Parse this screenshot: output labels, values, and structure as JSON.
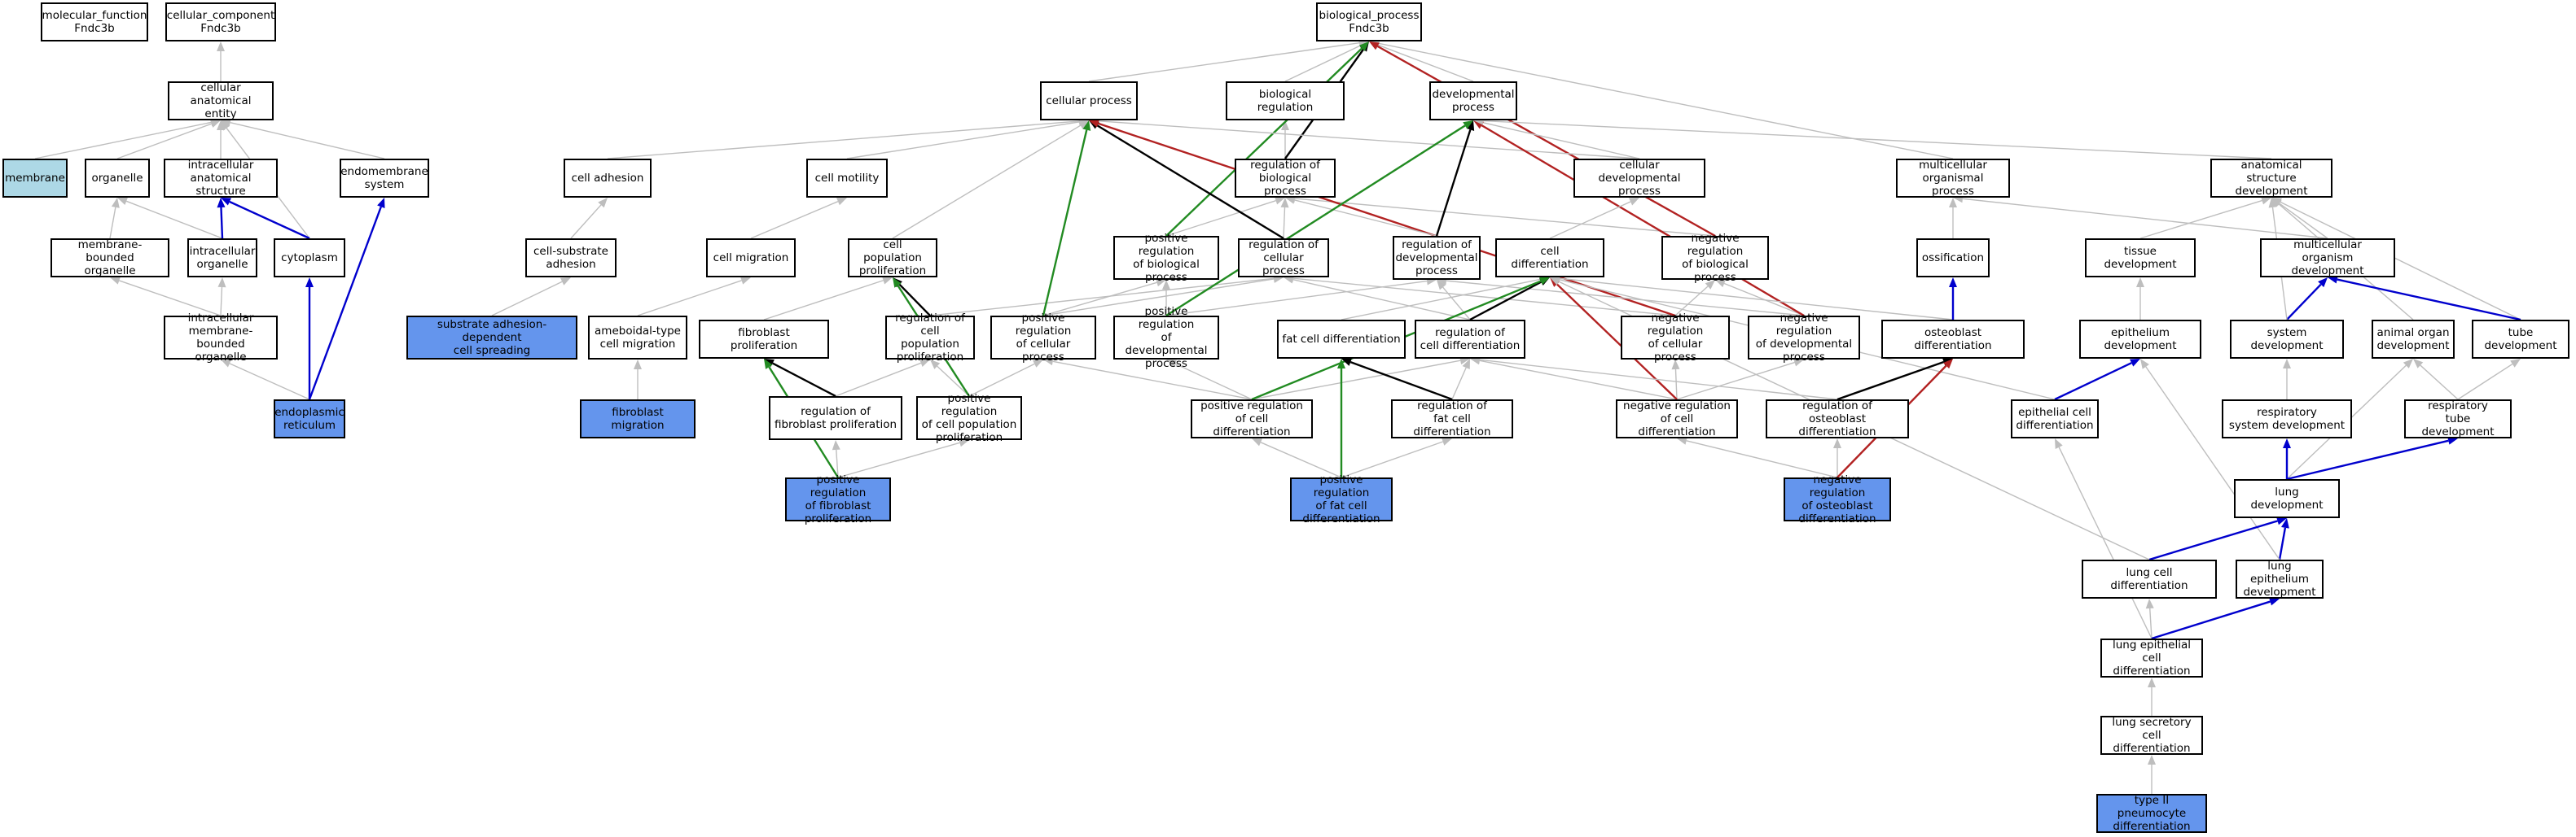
{
  "colors": {
    "is_a": "#bebebe",
    "part_of": "#0000cd",
    "regulates": "#000000",
    "positively_regulates": "#228b22",
    "negatively_regulates": "#b22222",
    "annotated_fill": "#add8e6",
    "query_fill": "#6495ed",
    "node_fill": "#ffffff"
  },
  "nodes": {
    "mf": {
      "label": "molecular_function\nFndc3b",
      "kind": "plain"
    },
    "cc": {
      "label": "cellular_component\nFndc3b",
      "kind": "plain"
    },
    "cae": {
      "label": "cellular anatomical\nentity",
      "kind": "plain"
    },
    "membrane": {
      "label": "membrane",
      "kind": "annotated"
    },
    "organelle": {
      "label": "organelle",
      "kind": "plain"
    },
    "ias": {
      "label": "intracellular\nanatomical structure",
      "kind": "plain"
    },
    "endomem": {
      "label": "endomembrane\nsystem",
      "kind": "plain"
    },
    "mbo": {
      "label": "membrane-bounded\norganelle",
      "kind": "plain"
    },
    "io": {
      "label": "intracellular\norganelle",
      "kind": "plain"
    },
    "cytoplasm": {
      "label": "cytoplasm",
      "kind": "plain"
    },
    "imbo": {
      "label": "intracellular\nmembrane-bounded\norganelle",
      "kind": "plain"
    },
    "er": {
      "label": "endoplasmic\nreticulum",
      "kind": "query"
    },
    "cell_adhesion": {
      "label": "cell adhesion",
      "kind": "plain"
    },
    "csa": {
      "label": "cell-substrate\nadhesion",
      "kind": "plain"
    },
    "sadcs": {
      "label": "substrate adhesion-dependent\ncell spreading",
      "kind": "query"
    },
    "cell_motility": {
      "label": "cell motility",
      "kind": "plain"
    },
    "cell_migration": {
      "label": "cell migration",
      "kind": "plain"
    },
    "ameboidal": {
      "label": "ameboidal-type\ncell migration",
      "kind": "plain"
    },
    "fib_mig": {
      "label": "fibroblast migration",
      "kind": "query"
    },
    "cpp": {
      "label": "cell population\nproliferation",
      "kind": "plain"
    },
    "fib_prolif": {
      "label": "fibroblast proliferation",
      "kind": "plain"
    },
    "reg_cpp": {
      "label": "regulation of\ncell population\nproliferation",
      "kind": "plain"
    },
    "reg_fib": {
      "label": "regulation of\nfibroblast proliferation",
      "kind": "plain"
    },
    "pos_reg_cpp": {
      "label": "positive regulation\nof cell population\nproliferation",
      "kind": "plain"
    },
    "pos_reg_fib": {
      "label": "positive regulation\nof fibroblast\nproliferation",
      "kind": "query"
    },
    "bp": {
      "label": "biological_process\nFndc3b",
      "kind": "plain"
    },
    "cell_process": {
      "label": "cellular process",
      "kind": "plain"
    },
    "bio_reg": {
      "label": "biological regulation",
      "kind": "plain"
    },
    "dev_proc": {
      "label": "developmental\nprocess",
      "kind": "plain"
    },
    "reg_bp": {
      "label": "regulation of\nbiological process",
      "kind": "plain"
    },
    "pos_reg_bp": {
      "label": "positive regulation\nof biological\nprocess",
      "kind": "plain"
    },
    "reg_cp": {
      "label": "regulation of\ncellular process",
      "kind": "plain"
    },
    "pos_reg_cp": {
      "label": "positive regulation\nof cellular\nprocess",
      "kind": "plain"
    },
    "reg_dev": {
      "label": "regulation of\ndevelopmental\nprocess",
      "kind": "plain"
    },
    "pos_reg_dev": {
      "label": "positive regulation\nof developmental\nprocess",
      "kind": "plain"
    },
    "cdp": {
      "label": "cellular developmental\nprocess",
      "kind": "plain"
    },
    "cell_diff": {
      "label": "cell differentiation",
      "kind": "plain"
    },
    "neg_reg_bp": {
      "label": "negative regulation\nof biological\nprocess",
      "kind": "plain"
    },
    "fat_diff": {
      "label": "fat cell differentiation",
      "kind": "plain"
    },
    "reg_cd": {
      "label": "regulation of\ncell differentiation",
      "kind": "plain"
    },
    "neg_reg_cp": {
      "label": "negative regulation\nof cellular\nprocess",
      "kind": "plain"
    },
    "neg_reg_dev": {
      "label": "negative regulation\nof developmental\nprocess",
      "kind": "plain"
    },
    "pos_reg_cd": {
      "label": "positive regulation\nof cell differentiation",
      "kind": "plain"
    },
    "reg_fat": {
      "label": "regulation of\nfat cell differentiation",
      "kind": "plain"
    },
    "neg_reg_cd": {
      "label": "negative regulation\nof cell differentiation",
      "kind": "plain"
    },
    "reg_ost": {
      "label": "regulation of\nosteoblast differentiation",
      "kind": "plain"
    },
    "pos_reg_fat": {
      "label": "positive regulation\nof fat cell\ndifferentiation",
      "kind": "query"
    },
    "neg_reg_ost": {
      "label": "negative regulation\nof osteoblast\ndifferentiation",
      "kind": "query"
    },
    "mop": {
      "label": "multicellular\norganismal process",
      "kind": "plain"
    },
    "ossification": {
      "label": "ossification",
      "kind": "plain"
    },
    "ost_diff": {
      "label": "osteoblast differentiation",
      "kind": "plain"
    },
    "asd": {
      "label": "anatomical structure\ndevelopment",
      "kind": "plain"
    },
    "tissue_dev": {
      "label": "tissue development",
      "kind": "plain"
    },
    "mod": {
      "label": "multicellular\norganism development",
      "kind": "plain"
    },
    "epi_dev": {
      "label": "epithelium development",
      "kind": "plain"
    },
    "sys_dev": {
      "label": "system development",
      "kind": "plain"
    },
    "aod": {
      "label": "animal organ\ndevelopment",
      "kind": "plain"
    },
    "tube_dev": {
      "label": "tube development",
      "kind": "plain"
    },
    "epi_cell_diff": {
      "label": "epithelial cell\ndifferentiation",
      "kind": "plain"
    },
    "resp_sys": {
      "label": "respiratory\nsystem development",
      "kind": "plain"
    },
    "resp_tube": {
      "label": "respiratory\ntube development",
      "kind": "plain"
    },
    "lung_dev": {
      "label": "lung development",
      "kind": "plain"
    },
    "lung_cell_diff": {
      "label": "lung cell differentiation",
      "kind": "plain"
    },
    "lung_epi_dev": {
      "label": "lung epithelium\ndevelopment",
      "kind": "plain"
    },
    "lung_epi_diff": {
      "label": "lung epithelial\ncell differentiation",
      "kind": "plain"
    },
    "lung_sec": {
      "label": "lung secretory\ncell differentiation",
      "kind": "plain"
    },
    "t2p": {
      "label": "type II pneumocyte\ndifferentiation",
      "kind": "query"
    }
  },
  "edges": [
    {
      "from": "cae",
      "to": "cc",
      "type": "is_a"
    },
    {
      "from": "membrane",
      "to": "cae",
      "type": "is_a"
    },
    {
      "from": "organelle",
      "to": "cae",
      "type": "is_a"
    },
    {
      "from": "ias",
      "to": "cae",
      "type": "is_a"
    },
    {
      "from": "endomem",
      "to": "cae",
      "type": "is_a"
    },
    {
      "from": "cytoplasm",
      "to": "cae",
      "type": "is_a"
    },
    {
      "from": "mbo",
      "to": "organelle",
      "type": "is_a"
    },
    {
      "from": "io",
      "to": "organelle",
      "type": "is_a"
    },
    {
      "from": "io",
      "to": "ias",
      "type": "part_of"
    },
    {
      "from": "cytoplasm",
      "to": "ias",
      "type": "part_of"
    },
    {
      "from": "imbo",
      "to": "mbo",
      "type": "is_a"
    },
    {
      "from": "imbo",
      "to": "io",
      "type": "is_a"
    },
    {
      "from": "er",
      "to": "imbo",
      "type": "is_a"
    },
    {
      "from": "er",
      "to": "cytoplasm",
      "type": "part_of"
    },
    {
      "from": "er",
      "to": "endomem",
      "type": "part_of"
    },
    {
      "from": "cell_process",
      "to": "bp",
      "type": "is_a"
    },
    {
      "from": "bio_reg",
      "to": "bp",
      "type": "is_a"
    },
    {
      "from": "dev_proc",
      "to": "bp",
      "type": "is_a"
    },
    {
      "from": "mop",
      "to": "bp",
      "type": "is_a"
    },
    {
      "from": "reg_bp",
      "to": "bio_reg",
      "type": "is_a"
    },
    {
      "from": "reg_bp",
      "to": "bp",
      "type": "regulates"
    },
    {
      "from": "pos_reg_bp",
      "to": "reg_bp",
      "type": "is_a"
    },
    {
      "from": "pos_reg_bp",
      "to": "bp",
      "type": "positively_regulates"
    },
    {
      "from": "neg_reg_bp",
      "to": "reg_bp",
      "type": "is_a"
    },
    {
      "from": "neg_reg_bp",
      "to": "bp",
      "type": "negatively_regulates"
    },
    {
      "from": "cell_adhesion",
      "to": "cell_process",
      "type": "is_a"
    },
    {
      "from": "cell_motility",
      "to": "cell_process",
      "type": "is_a"
    },
    {
      "from": "cpp",
      "to": "cell_process",
      "type": "is_a"
    },
    {
      "from": "cdp",
      "to": "cell_process",
      "type": "is_a"
    },
    {
      "from": "cdp",
      "to": "dev_proc",
      "type": "is_a"
    },
    {
      "from": "csa",
      "to": "cell_adhesion",
      "type": "is_a"
    },
    {
      "from": "sadcs",
      "to": "csa",
      "type": "is_a"
    },
    {
      "from": "cell_migration",
      "to": "cell_motility",
      "type": "is_a"
    },
    {
      "from": "ameboidal",
      "to": "cell_migration",
      "type": "is_a"
    },
    {
      "from": "fib_mig",
      "to": "ameboidal",
      "type": "is_a"
    },
    {
      "from": "fib_prolif",
      "to": "cpp",
      "type": "is_a"
    },
    {
      "from": "reg_cpp",
      "to": "reg_cp",
      "type": "is_a"
    },
    {
      "from": "reg_cpp",
      "to": "cpp",
      "type": "regulates"
    },
    {
      "from": "reg_fib",
      "to": "reg_cpp",
      "type": "is_a"
    },
    {
      "from": "reg_fib",
      "to": "fib_prolif",
      "type": "regulates"
    },
    {
      "from": "pos_reg_cpp",
      "to": "reg_cpp",
      "type": "is_a"
    },
    {
      "from": "pos_reg_cpp",
      "to": "pos_reg_cp",
      "type": "is_a"
    },
    {
      "from": "pos_reg_cpp",
      "to": "cpp",
      "type": "positively_regulates"
    },
    {
      "from": "pos_reg_fib",
      "to": "reg_fib",
      "type": "is_a"
    },
    {
      "from": "pos_reg_fib",
      "to": "pos_reg_cpp",
      "type": "is_a"
    },
    {
      "from": "pos_reg_fib",
      "to": "fib_prolif",
      "type": "positively_regulates"
    },
    {
      "from": "reg_cp",
      "to": "reg_bp",
      "type": "is_a"
    },
    {
      "from": "reg_cp",
      "to": "cell_process",
      "type": "regulates"
    },
    {
      "from": "pos_reg_cp",
      "to": "pos_reg_bp",
      "type": "is_a"
    },
    {
      "from": "pos_reg_cp",
      "to": "reg_cp",
      "type": "is_a"
    },
    {
      "from": "pos_reg_cp",
      "to": "cell_process",
      "type": "positively_regulates"
    },
    {
      "from": "neg_reg_cp",
      "to": "neg_reg_bp",
      "type": "is_a"
    },
    {
      "from": "neg_reg_cp",
      "to": "reg_cp",
      "type": "is_a"
    },
    {
      "from": "neg_reg_cp",
      "to": "cell_process",
      "type": "negatively_regulates"
    },
    {
      "from": "reg_dev",
      "to": "reg_bp",
      "type": "is_a"
    },
    {
      "from": "reg_dev",
      "to": "dev_proc",
      "type": "regulates"
    },
    {
      "from": "pos_reg_dev",
      "to": "pos_reg_bp",
      "type": "is_a"
    },
    {
      "from": "pos_reg_dev",
      "to": "reg_dev",
      "type": "is_a"
    },
    {
      "from": "pos_reg_dev",
      "to": "dev_proc",
      "type": "positively_regulates"
    },
    {
      "from": "neg_reg_dev",
      "to": "neg_reg_bp",
      "type": "is_a"
    },
    {
      "from": "neg_reg_dev",
      "to": "reg_dev",
      "type": "is_a"
    },
    {
      "from": "neg_reg_dev",
      "to": "dev_proc",
      "type": "negatively_regulates"
    },
    {
      "from": "cell_diff",
      "to": "cdp",
      "type": "is_a"
    },
    {
      "from": "fat_diff",
      "to": "cell_diff",
      "type": "is_a"
    },
    {
      "from": "ost_diff",
      "to": "cell_diff",
      "type": "is_a"
    },
    {
      "from": "ost_diff",
      "to": "ossification",
      "type": "part_of"
    },
    {
      "from": "epi_cell_diff",
      "to": "cell_diff",
      "type": "is_a"
    },
    {
      "from": "reg_cd",
      "to": "reg_cp",
      "type": "is_a"
    },
    {
      "from": "reg_cd",
      "to": "reg_dev",
      "type": "is_a"
    },
    {
      "from": "reg_cd",
      "to": "cell_diff",
      "type": "regulates"
    },
    {
      "from": "pos_reg_cd",
      "to": "reg_cd",
      "type": "is_a"
    },
    {
      "from": "pos_reg_cd",
      "to": "pos_reg_cp",
      "type": "is_a"
    },
    {
      "from": "pos_reg_cd",
      "to": "pos_reg_dev",
      "type": "is_a"
    },
    {
      "from": "pos_reg_cd",
      "to": "cell_diff",
      "type": "positively_regulates"
    },
    {
      "from": "neg_reg_cd",
      "to": "reg_cd",
      "type": "is_a"
    },
    {
      "from": "neg_reg_cd",
      "to": "neg_reg_cp",
      "type": "is_a"
    },
    {
      "from": "neg_reg_cd",
      "to": "neg_reg_dev",
      "type": "is_a"
    },
    {
      "from": "neg_reg_cd",
      "to": "cell_diff",
      "type": "negatively_regulates"
    },
    {
      "from": "reg_fat",
      "to": "reg_cd",
      "type": "is_a"
    },
    {
      "from": "reg_fat",
      "to": "fat_diff",
      "type": "regulates"
    },
    {
      "from": "reg_ost",
      "to": "reg_cd",
      "type": "is_a"
    },
    {
      "from": "reg_ost",
      "to": "ost_diff",
      "type": "regulates"
    },
    {
      "from": "pos_reg_fat",
      "to": "reg_fat",
      "type": "is_a"
    },
    {
      "from": "pos_reg_fat",
      "to": "pos_reg_cd",
      "type": "is_a"
    },
    {
      "from": "pos_reg_fat",
      "to": "fat_diff",
      "type": "positively_regulates"
    },
    {
      "from": "neg_reg_ost",
      "to": "reg_ost",
      "type": "is_a"
    },
    {
      "from": "neg_reg_ost",
      "to": "neg_reg_cd",
      "type": "is_a"
    },
    {
      "from": "neg_reg_ost",
      "to": "ost_diff",
      "type": "negatively_regulates"
    },
    {
      "from": "ossification",
      "to": "mop",
      "type": "is_a"
    },
    {
      "from": "asd",
      "to": "dev_proc",
      "type": "is_a"
    },
    {
      "from": "mod",
      "to": "mop",
      "type": "is_a"
    },
    {
      "from": "mod",
      "to": "asd",
      "type": "is_a"
    },
    {
      "from": "tissue_dev",
      "to": "asd",
      "type": "is_a"
    },
    {
      "from": "epi_dev",
      "to": "tissue_dev",
      "type": "is_a"
    },
    {
      "from": "epi_cell_diff",
      "to": "epi_dev",
      "type": "part_of"
    },
    {
      "from": "sys_dev",
      "to": "mod",
      "type": "part_of"
    },
    {
      "from": "sys_dev",
      "to": "asd",
      "type": "is_a"
    },
    {
      "from": "aod",
      "to": "asd",
      "type": "is_a"
    },
    {
      "from": "tube_dev",
      "to": "asd",
      "type": "is_a"
    },
    {
      "from": "tube_dev",
      "to": "mod",
      "type": "part_of"
    },
    {
      "from": "resp_sys",
      "to": "sys_dev",
      "type": "is_a"
    },
    {
      "from": "resp_tube",
      "to": "aod",
      "type": "is_a"
    },
    {
      "from": "resp_tube",
      "to": "tube_dev",
      "type": "is_a"
    },
    {
      "from": "lung_dev",
      "to": "aod",
      "type": "is_a"
    },
    {
      "from": "lung_dev",
      "to": "resp_sys",
      "type": "part_of"
    },
    {
      "from": "lung_dev",
      "to": "resp_tube",
      "type": "part_of"
    },
    {
      "from": "lung_epi_dev",
      "to": "lung_dev",
      "type": "part_of"
    },
    {
      "from": "lung_epi_dev",
      "to": "epi_dev",
      "type": "is_a"
    },
    {
      "from": "lung_cell_diff",
      "to": "lung_dev",
      "type": "part_of"
    },
    {
      "from": "lung_cell_diff",
      "to": "cell_diff",
      "type": "is_a"
    },
    {
      "from": "lung_epi_diff",
      "to": "lung_cell_diff",
      "type": "is_a"
    },
    {
      "from": "lung_epi_diff",
      "to": "epi_cell_diff",
      "type": "is_a"
    },
    {
      "from": "lung_epi_diff",
      "to": "lung_epi_dev",
      "type": "part_of"
    },
    {
      "from": "lung_sec",
      "to": "lung_epi_diff",
      "type": "is_a"
    },
    {
      "from": "t2p",
      "to": "lung_sec",
      "type": "is_a"
    }
  ]
}
